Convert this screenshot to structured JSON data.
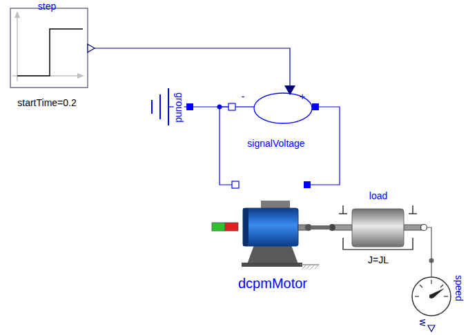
{
  "diagram": {
    "nodes": [
      {
        "text": [
          "step",
          "startTime=0.2"
        ]
      },
      {
        "text": [
          "ground"
        ]
      },
      {
        "text": [
          "signalVoltage"
        ]
      },
      {
        "text": [
          "dcpmMotor"
        ]
      },
      {
        "text": [
          "load",
          "J=JL"
        ]
      },
      {
        "text": [
          "speed",
          "w"
        ]
      }
    ],
    "edges": [
      {
        "from": 0,
        "to": 2,
        "arrow": "to"
      },
      {
        "from": 1,
        "to": 2,
        "arrow": "none"
      },
      {
        "from": 2,
        "to": 3,
        "arrow": "none"
      },
      {
        "from": 2,
        "to": 3,
        "arrow": "none"
      },
      {
        "from": 3,
        "to": 4,
        "arrow": "none"
      },
      {
        "from": 4,
        "to": 5,
        "arrow": "none"
      }
    ],
    "labels": [
      "-",
      "+"
    ]
  }
}
